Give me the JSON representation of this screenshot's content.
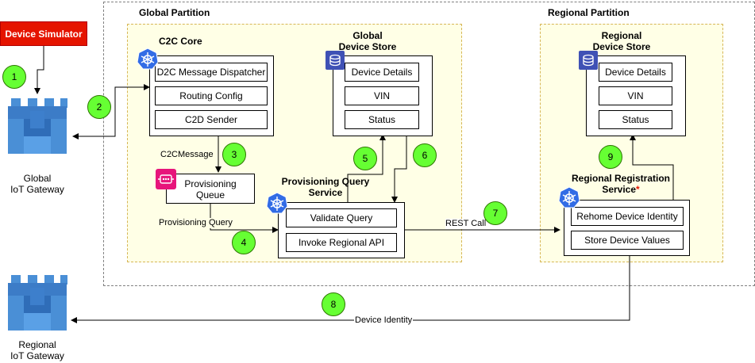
{
  "device_simulator": "Device Simulator",
  "global_partition": {
    "title": "Global Partition"
  },
  "regional_partition": {
    "title": "Regional Partition"
  },
  "c2c_core": {
    "title": "C2C Core",
    "items": [
      "D2C Message Dispatcher",
      "Routing Config",
      "C2D Sender"
    ]
  },
  "global_store": {
    "title_line1": "Global",
    "title_line2": "Device Store",
    "items": [
      "Device Details",
      "VIN",
      "Status"
    ]
  },
  "regional_store": {
    "title_line1": "Regional",
    "title_line2": "Device Store",
    "items": [
      "Device Details",
      "VIN",
      "Status"
    ]
  },
  "provisioning_queue": {
    "line1": "Provisioning",
    "line2": "Queue"
  },
  "provisioning_service": {
    "title_line1": "Provisioning Query",
    "title_line2": "Service",
    "items": [
      "Validate  Query",
      "Invoke Regional API"
    ]
  },
  "regional_registration": {
    "title_line1": "Regional Registration",
    "title_line2": "Service",
    "asterisk": "*",
    "items": [
      "Rehome Device Identity",
      "Store Device Values"
    ]
  },
  "global_gateway": {
    "line1": "Global",
    "line2": "IoT Gateway"
  },
  "regional_gateway": {
    "line1": "Regional",
    "line2": "IoT Gateway"
  },
  "edge_labels": {
    "c2c_message": "C2CMessage",
    "provisioning_query": "Provisioning Query",
    "rest_call": "REST Call",
    "device_identity": "Device Identity"
  },
  "steps": [
    "1",
    "2",
    "3",
    "4",
    "5",
    "6",
    "7",
    "8",
    "9"
  ],
  "colors": {
    "device_simulator": "#e51400",
    "step_circle": "#66ff33",
    "zone_fill": "#ffffe6",
    "zone_border": "#d6b656",
    "k8s": "#326ce5",
    "storage": "#3f51b5",
    "queue": "#e7157b",
    "gateway": "#4a8fd6"
  },
  "icons": {
    "k8s": "kubernetes-icon",
    "storage": "storage-icon",
    "queue": "sqs-queue-icon",
    "gateway": "iot-gateway-icon"
  }
}
